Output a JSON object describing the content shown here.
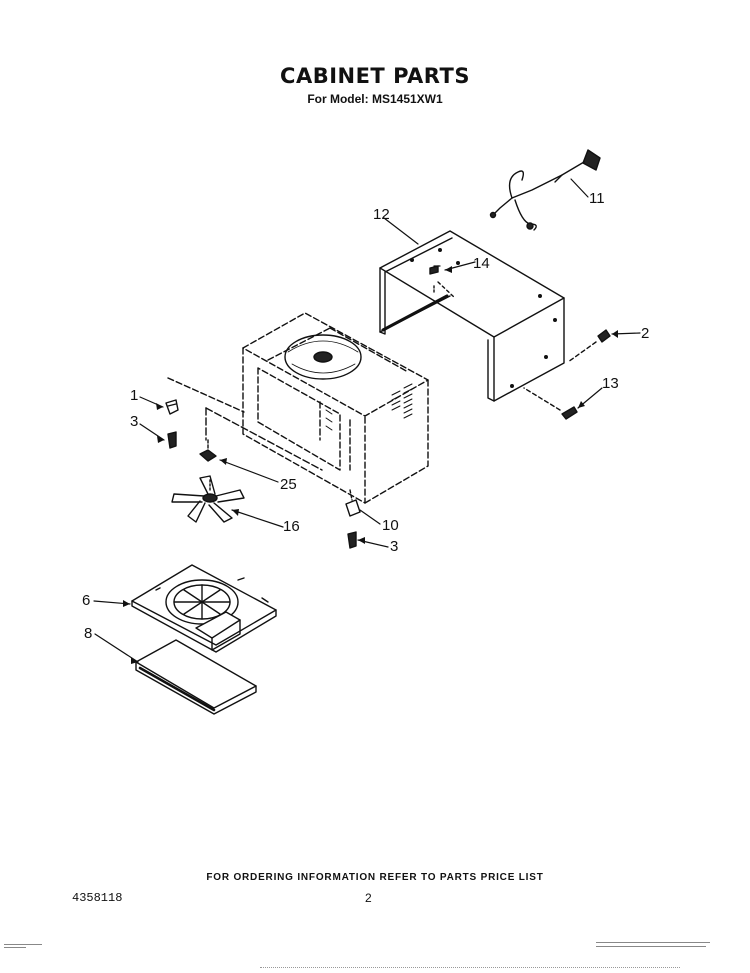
{
  "header": {
    "title": "CABINET PARTS",
    "subtitle": "For Model: MS1451XW1"
  },
  "callouts": {
    "c1": "1",
    "c2": "2",
    "c3a": "3",
    "c3b": "3",
    "c6": "6",
    "c8": "8",
    "c10": "10",
    "c11": "11",
    "c12": "12",
    "c13": "13",
    "c14": "14",
    "c16": "16",
    "c25": "25"
  },
  "footer": {
    "ordering_note": "FOR ORDERING INFORMATION REFER TO PARTS PRICE LIST",
    "part_number": "4358118",
    "page_number": "2"
  },
  "colors": {
    "ink": "#111111",
    "paper": "#ffffff"
  }
}
